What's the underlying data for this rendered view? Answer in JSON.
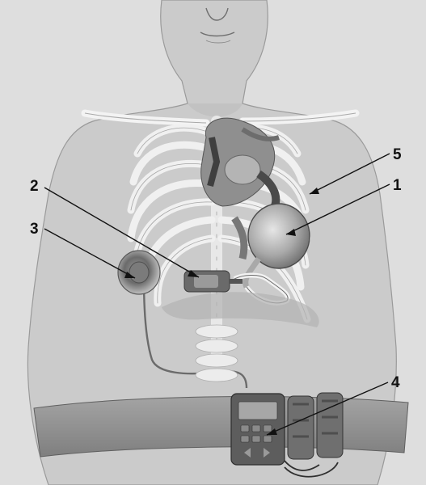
{
  "callouts": [
    {
      "id": "1",
      "label": "1"
    },
    {
      "id": "2",
      "label": "2"
    },
    {
      "id": "3",
      "label": "3"
    },
    {
      "id": "4",
      "label": "4"
    },
    {
      "id": "5",
      "label": "5"
    }
  ],
  "colors": {
    "background": "#dcdcdc",
    "skin": "#c9c9c9",
    "bone": "#f1f1f1",
    "heart": "#8e8e8e",
    "device": "#5d5d5d",
    "belt": "#8f8f8f",
    "callout_line": "#111111"
  },
  "icons": [
    "human-torso-illustration",
    "heart-pump-icon",
    "controller-icon",
    "battery-pack-icon"
  ]
}
